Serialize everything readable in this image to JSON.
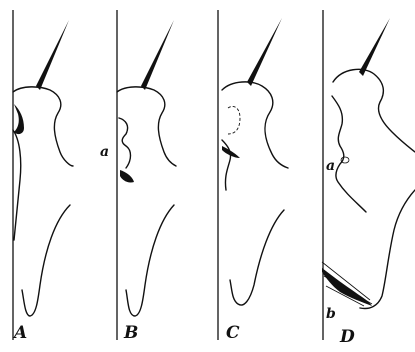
{
  "figure": {
    "panels": [
      {
        "label": "A"
      },
      {
        "label": "B",
        "marker": "a"
      },
      {
        "label": "C"
      },
      {
        "label": "D",
        "marker_a": "a",
        "marker_b": "b"
      }
    ]
  }
}
